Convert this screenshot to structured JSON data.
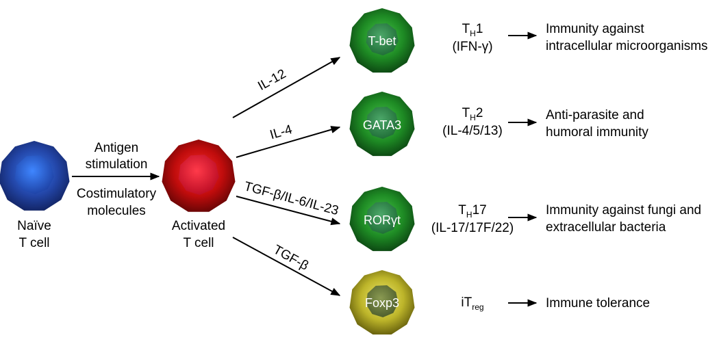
{
  "naive_cell": {
    "label_line1": "Naïve",
    "label_line2": "T cell",
    "color": "#2a4fb0"
  },
  "activation_arrow": {
    "above_line1": "Antigen",
    "above_line2": "stimulation",
    "below_line1": "Costimulatory",
    "below_line2": "molecules"
  },
  "activated_cell": {
    "label_line1": "Activated",
    "label_line2": "T cell",
    "color": "#cc1010"
  },
  "branches": [
    {
      "id": "th1",
      "cytokine": "IL-12",
      "transcription_factor": "T-bet",
      "subset_main": "T",
      "subset_sub": "H",
      "subset_suffix": "1",
      "subset_detail": "(IFN-γ)",
      "function_line1": "Immunity against",
      "function_line2": "intracellular microorganisms",
      "color": "#1f8a2a"
    },
    {
      "id": "th2",
      "cytokine": "IL-4",
      "transcription_factor": "GATA3",
      "subset_main": "T",
      "subset_sub": "H",
      "subset_suffix": "2",
      "subset_detail": "(IL-4/5/13)",
      "function_line1": "Anti-parasite and",
      "function_line2": "humoral immunity",
      "color": "#1f8a2a"
    },
    {
      "id": "th17",
      "cytokine": "TGF-β/IL-6/IL-23",
      "transcription_factor": "RORγt",
      "subset_main": "T",
      "subset_sub": "H",
      "subset_suffix": "17",
      "subset_detail": "(IL-17/17F/22)",
      "function_line1": "Immunity against fungi and",
      "function_line2": "extracellular bacteria",
      "color": "#1f8a2a"
    },
    {
      "id": "itreg",
      "cytokine": "TGF-β",
      "transcription_factor": "Foxp3",
      "subset_main": "iT",
      "subset_sub": "reg",
      "subset_suffix": "",
      "subset_detail": "",
      "function_line1": "Immune tolerance",
      "function_line2": "",
      "color": "#c8c030"
    }
  ]
}
